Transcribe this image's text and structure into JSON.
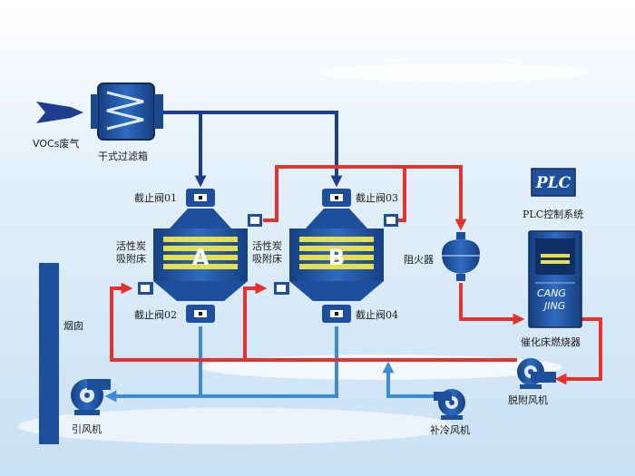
{
  "labels": {
    "inlet": "VOCs废气",
    "dry_filter": "干式过滤箱",
    "valve01": "截止阀01",
    "valve02": "截止阀02",
    "valve03": "截止阀03",
    "valve04": "截止阀04",
    "bed_a_1": "活性炭",
    "bed_a_2": "吸附床",
    "bed_b_1": "活性炭",
    "bed_b_2": "吸附床",
    "bed_a_letter": "A",
    "bed_b_letter": "B",
    "flame_arrester": "阻火器",
    "plc_text": "PLC",
    "plc_system": "PLC控制系统",
    "cang_line1": "CANG",
    "cang_line2": "JING",
    "catalytic_bed": "催化床燃烧器",
    "chimney": "烟囱",
    "induced_fan": "引风机",
    "desorption_fan": "脱附风机",
    "cooling_fan": "补冷风机"
  },
  "colors": {
    "blue_pipe": "#1f3d8f",
    "light_blue_pipe": "#3d8bd6",
    "red_pipe": "#e5322c",
    "vessel": "#1e4f9c",
    "carbon": "#e6de4a"
  }
}
